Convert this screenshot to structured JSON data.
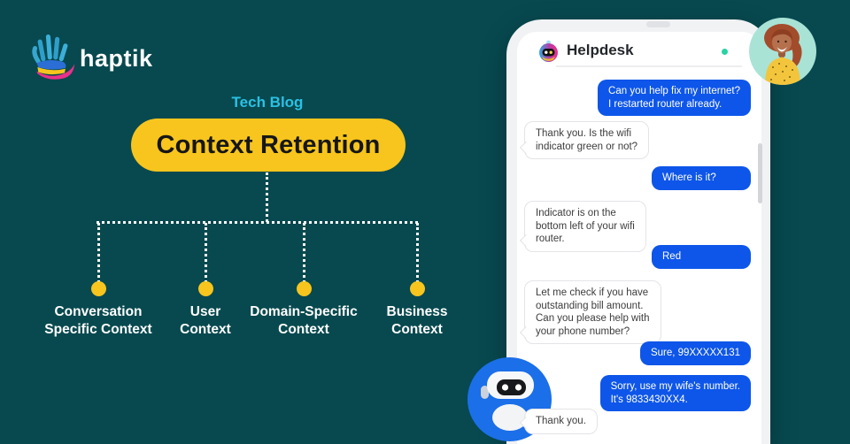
{
  "brand": {
    "wordmark": "haptik"
  },
  "hero": {
    "eyebrow": "Tech Blog",
    "title": "Context Retention"
  },
  "tree": {
    "nodes": [
      {
        "label": "Conversation\nSpecific Context"
      },
      {
        "label": "User\nContext"
      },
      {
        "label": "Domain-Specific\nContext"
      },
      {
        "label": "Business\nContext"
      }
    ]
  },
  "chat": {
    "title": "Helpdesk",
    "status": "online",
    "messages": [
      {
        "from": "user",
        "text": "Can you help fix my internet?\nI restarted router already."
      },
      {
        "from": "bot",
        "text": "Thank you. Is the wifi\nindicator green or not?"
      },
      {
        "from": "user",
        "text": "Where is it?"
      },
      {
        "from": "bot",
        "text": "Indicator is on the\nbottom left of your wifi\nrouter."
      },
      {
        "from": "user",
        "text": "Red"
      },
      {
        "from": "bot",
        "text": "Let me check if you have\noutstanding bill amount.\nCan you please help with\nyour phone number?"
      },
      {
        "from": "user",
        "text": "Sure, 99XXXXX131"
      },
      {
        "from": "user",
        "text": "Sorry, use my wife's number.\nIt's 9833430XX4."
      },
      {
        "from": "bot",
        "text": "Thank you."
      }
    ]
  },
  "colors": {
    "background": "#07494F",
    "accent_yellow": "#F7C51D",
    "eyebrow_cyan": "#2BC1E4",
    "user_bubble_blue": "#0E56E9",
    "bot_avatar_blue": "#1B6FE8",
    "avatar_mint": "#A9E3D6",
    "online_green": "#29D3A4"
  }
}
